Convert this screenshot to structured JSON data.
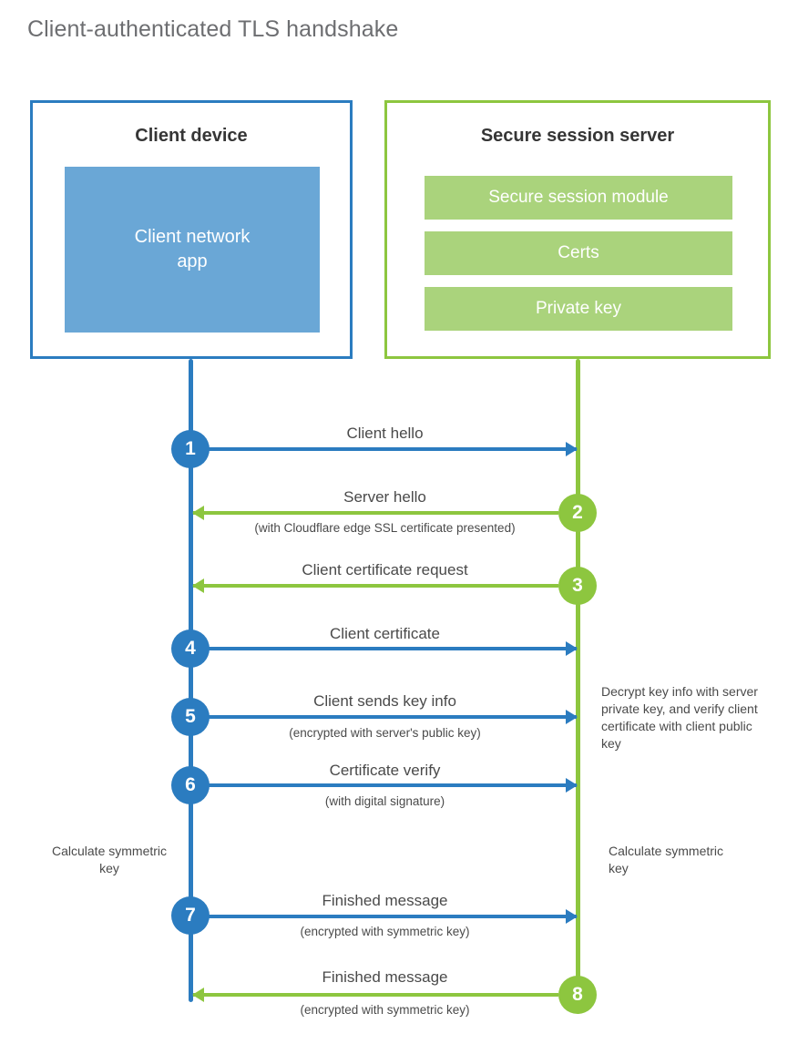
{
  "title": "Client-authenticated TLS handshake",
  "colors": {
    "client_blue": "#2b7cc0",
    "client_block_blue": "#6aa7d6",
    "server_green": "#8dc63f",
    "server_block_green": "#aad37c",
    "text_gray": "#4a4a4a",
    "title_gray": "#6d6e71",
    "heading_dark": "#363636"
  },
  "client": {
    "title": "Client device",
    "app_block": "Client network\napp",
    "app_block_line1": "Client network",
    "app_block_line2": "app"
  },
  "server": {
    "title": "Secure session server",
    "blocks": [
      "Secure session module",
      "Certs",
      "Private key"
    ]
  },
  "steps": [
    {
      "number": "1",
      "label": "Client hello",
      "sub": "",
      "direction": "right",
      "color": "blue"
    },
    {
      "number": "2",
      "label": "Server hello",
      "sub": "(with Cloudflare edge SSL certificate presented)",
      "direction": "left",
      "color": "green"
    },
    {
      "number": "3",
      "label": "Client certificate request",
      "sub": "",
      "direction": "left",
      "color": "green"
    },
    {
      "number": "4",
      "label": "Client certificate",
      "sub": "",
      "direction": "right",
      "color": "blue"
    },
    {
      "number": "5",
      "label": "Client sends key info",
      "sub": "(encrypted with server's public key)",
      "direction": "right",
      "color": "blue"
    },
    {
      "number": "6",
      "label": "Certificate verify",
      "sub": "(with digital signature)",
      "direction": "right",
      "color": "blue"
    },
    {
      "number": "7",
      "label": "Finished message",
      "sub": "(encrypted with symmetric key)",
      "direction": "right",
      "color": "blue"
    },
    {
      "number": "8",
      "label": "Finished message",
      "sub": "(encrypted with symmetric key)",
      "direction": "left",
      "color": "green"
    }
  ],
  "annotations": {
    "server_decrypt": "Decrypt key info with server private key, and verify client certificate with client public key",
    "client_calculate": "Calculate symmetric key",
    "server_calculate": "Calculate symmetric key"
  },
  "chart_data": {
    "type": "sequence-diagram",
    "title": "Client-authenticated TLS handshake",
    "participants": [
      "Client device",
      "Secure session server"
    ],
    "messages": [
      {
        "step": 1,
        "from": "Client device",
        "to": "Secure session server",
        "label": "Client hello"
      },
      {
        "step": 2,
        "from": "Secure session server",
        "to": "Client device",
        "label": "Server hello",
        "note": "(with Cloudflare edge SSL certificate presented)"
      },
      {
        "step": 3,
        "from": "Secure session server",
        "to": "Client device",
        "label": "Client certificate request"
      },
      {
        "step": 4,
        "from": "Client device",
        "to": "Secure session server",
        "label": "Client certificate"
      },
      {
        "step": 5,
        "from": "Client device",
        "to": "Secure session server",
        "label": "Client sends key info",
        "note": "(encrypted with server's public key)"
      },
      {
        "step": 6,
        "from": "Client device",
        "to": "Secure session server",
        "label": "Certificate verify",
        "note": "(with digital signature)"
      },
      {
        "step": 7,
        "from": "Client device",
        "to": "Secure session server",
        "label": "Finished message",
        "note": "(encrypted with symmetric key)"
      },
      {
        "step": 8,
        "from": "Secure session server",
        "to": "Client device",
        "label": "Finished message",
        "note": "(encrypted with symmetric key)"
      }
    ]
  }
}
